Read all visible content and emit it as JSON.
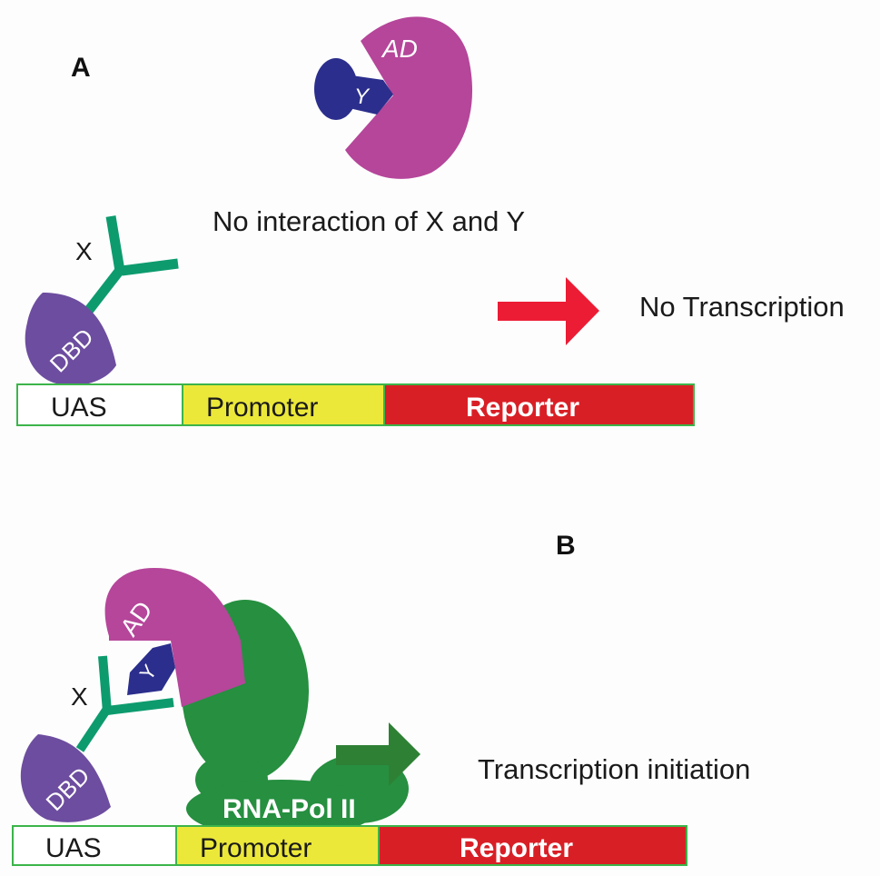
{
  "figure": {
    "panels": [
      {
        "id": "A",
        "label": "A",
        "caption": "No interaction of X and Y",
        "result": "No Transcription",
        "proteins": {
          "activation_domain": "AD",
          "prey": "Y",
          "bait": "X",
          "dna_binding_domain": "DBD"
        },
        "dna": [
          "UAS",
          "Promoter",
          "Reporter"
        ]
      },
      {
        "id": "B",
        "label": "B",
        "result": "Transcription initiation",
        "proteins": {
          "activation_domain": "AD",
          "prey": "Y",
          "bait": "X",
          "dna_binding_domain": "DBD",
          "polymerase": "RNA-Pol II"
        },
        "dna": [
          "UAS",
          "Promoter",
          "Reporter"
        ]
      }
    ],
    "colors": {
      "ad": "#b5469a",
      "prey": "#2b2e8c",
      "bait": "#0d9b6e",
      "dbd": "#6d4d9f",
      "polymerase": "#268f40",
      "uas": "#ffffff",
      "promoter": "#ece83a",
      "reporter": "#d91f26",
      "dna_border": "#3cb44a",
      "arrow_no": "#ec1c35",
      "arrow_yes": "#2e8035"
    }
  }
}
